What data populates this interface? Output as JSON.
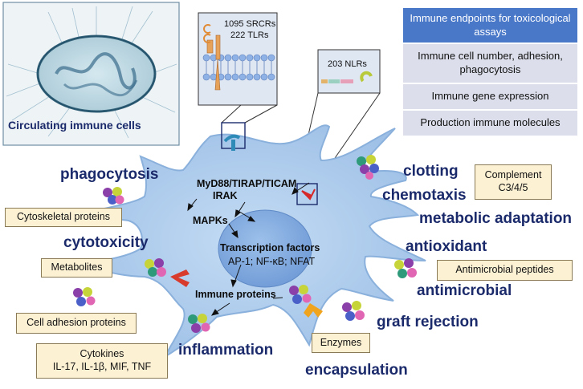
{
  "inset": {
    "caption": "Circulating immune cells",
    "receptors_label_1": "1095 SRCRs",
    "receptors_label_2": "222 TLRs",
    "nlrs_label": "203 NLRs"
  },
  "endpoints_table": {
    "header": "Immune endpoints for toxicological assays",
    "rows": [
      "Immune cell number, adhesion, phagocytosis",
      "Immune gene expression",
      "Production immune molecules"
    ]
  },
  "cell_text": {
    "adaptor": "MyD88/TIRAP/TICAM",
    "irak": "IRAK",
    "mapks": "MAPKs",
    "tf": "Transcription factors",
    "tf_list": "AP-1; NF-κB; NFAT",
    "immune_proteins": "Immune proteins"
  },
  "functions": {
    "phagocytosis": "phagocytosis",
    "cytotoxicity": "cytotoxicity",
    "inflammation": "inflammation",
    "encapsulation": "encapsulation",
    "graft_rejection": "graft rejection",
    "antimicrobial": "antimicrobial",
    "antioxidant": "antioxidant",
    "metabolic": "metabolic adaptation",
    "chemotaxis": "chemotaxis",
    "clotting": "clotting"
  },
  "molecule_boxes": {
    "cytoskeletal": "Cytoskeletal proteins",
    "metabolites": "Metabolites",
    "adhesion": "Cell adhesion proteins",
    "cytokines_title": "Cytokines",
    "cytokines_list": "IL-17, IL-1β, MIF, TNF",
    "complement_title": "Complement",
    "complement_list": "C3/4/5",
    "antimicrobial_peptides": "Antimicrobial peptides",
    "enzymes": "Enzymes"
  },
  "colors": {
    "cell_fill": "#a9c8ea",
    "nucleus_fill": "#86aee0",
    "function_text": "#1b2a6b",
    "box_fill": "#fdf1d4",
    "header_blue": "#4a78c8",
    "row_gray": "#dcdfeb"
  }
}
